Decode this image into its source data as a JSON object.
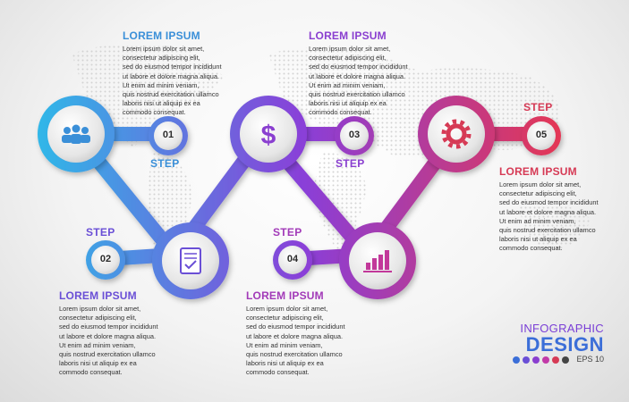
{
  "steps": [
    {
      "word": "STEP",
      "number": "01",
      "heading": "LOREM IPSUM",
      "color": "#3a8fd8",
      "icon": "people-icon",
      "body": "Lorem ipsum  dolor sit amet,\nconsectetur adipiscing elit,\nsed do eiusmod tempor incididunt\nut labore et dolore magna aliqua.\nUt enim ad minim veniam,\nquis nostrud exercitation ullamco\nlaboris nisi ut aliquip ex ea\ncommodo consequat."
    },
    {
      "word": "STEP",
      "number": "02",
      "heading": "LOREM IPSUM",
      "color": "#6a4fd6",
      "icon": "document-check-icon",
      "body": "Lorem ipsum  dolor sit amet,\nconsectetur adipiscing elit,\nsed do eiusmod tempor incididunt\nut labore et dolore magna aliqua.\nUt enim ad minim veniam,\nquis nostrud exercitation ullamco\nlaboris nisi ut aliquip ex ea\ncommodo consequat."
    },
    {
      "word": "STEP",
      "number": "03",
      "heading": "LOREM IPSUM",
      "color": "#8a3fd0",
      "icon": "dollar-icon",
      "body": "Lorem ipsum  dolor sit amet,\nconsectetur adipiscing elit,\nsed do eiusmod tempor incididunt\nut labore et dolore magna aliqua.\nUt enim ad minim veniam,\nquis nostrud exercitation ullamco\nlaboris nisi ut aliquip ex ea\ncommodo consequat."
    },
    {
      "word": "STEP",
      "number": "04",
      "heading": "LOREM IPSUM",
      "color": "#a23ab8",
      "icon": "bar-chart-icon",
      "body": "Lorem ipsum  dolor sit amet,\nconsectetur adipiscing elit,\nsed do eiusmod tempor incididunt\nut labore et dolore magna aliqua.\nUt enim ad minim veniam,\nquis nostrud exercitation ullamco\nlaboris nisi ut aliquip ex ea\ncommodo consequat."
    },
    {
      "word": "STEP",
      "number": "05",
      "heading": "LOREM IPSUM",
      "color": "#d63a55",
      "icon": "gear-icon",
      "body": "Lorem ipsum  dolor sit amet,\nconsectetur adipiscing elit,\nsed do eiusmod tempor incididunt\nut labore et dolore magna aliqua.\nUt enim ad minim veniam,\nquis nostrud exercitation ullamco\nlaboris nisi ut aliquip ex ea\ncommodo consequat."
    }
  ],
  "brand": {
    "line1": "INFOGRAPHIC",
    "line2": "DESIGN",
    "line3": "EPS 10",
    "dot_colors": [
      "#3b6ed8",
      "#6a4fd6",
      "#8a3fd0",
      "#c23aa8",
      "#d63a55",
      "#444444"
    ]
  },
  "colors": {
    "gradient_start": "#2fb8e8",
    "gradient_mid": "#8a3fd8",
    "gradient_end": "#e8364e"
  }
}
